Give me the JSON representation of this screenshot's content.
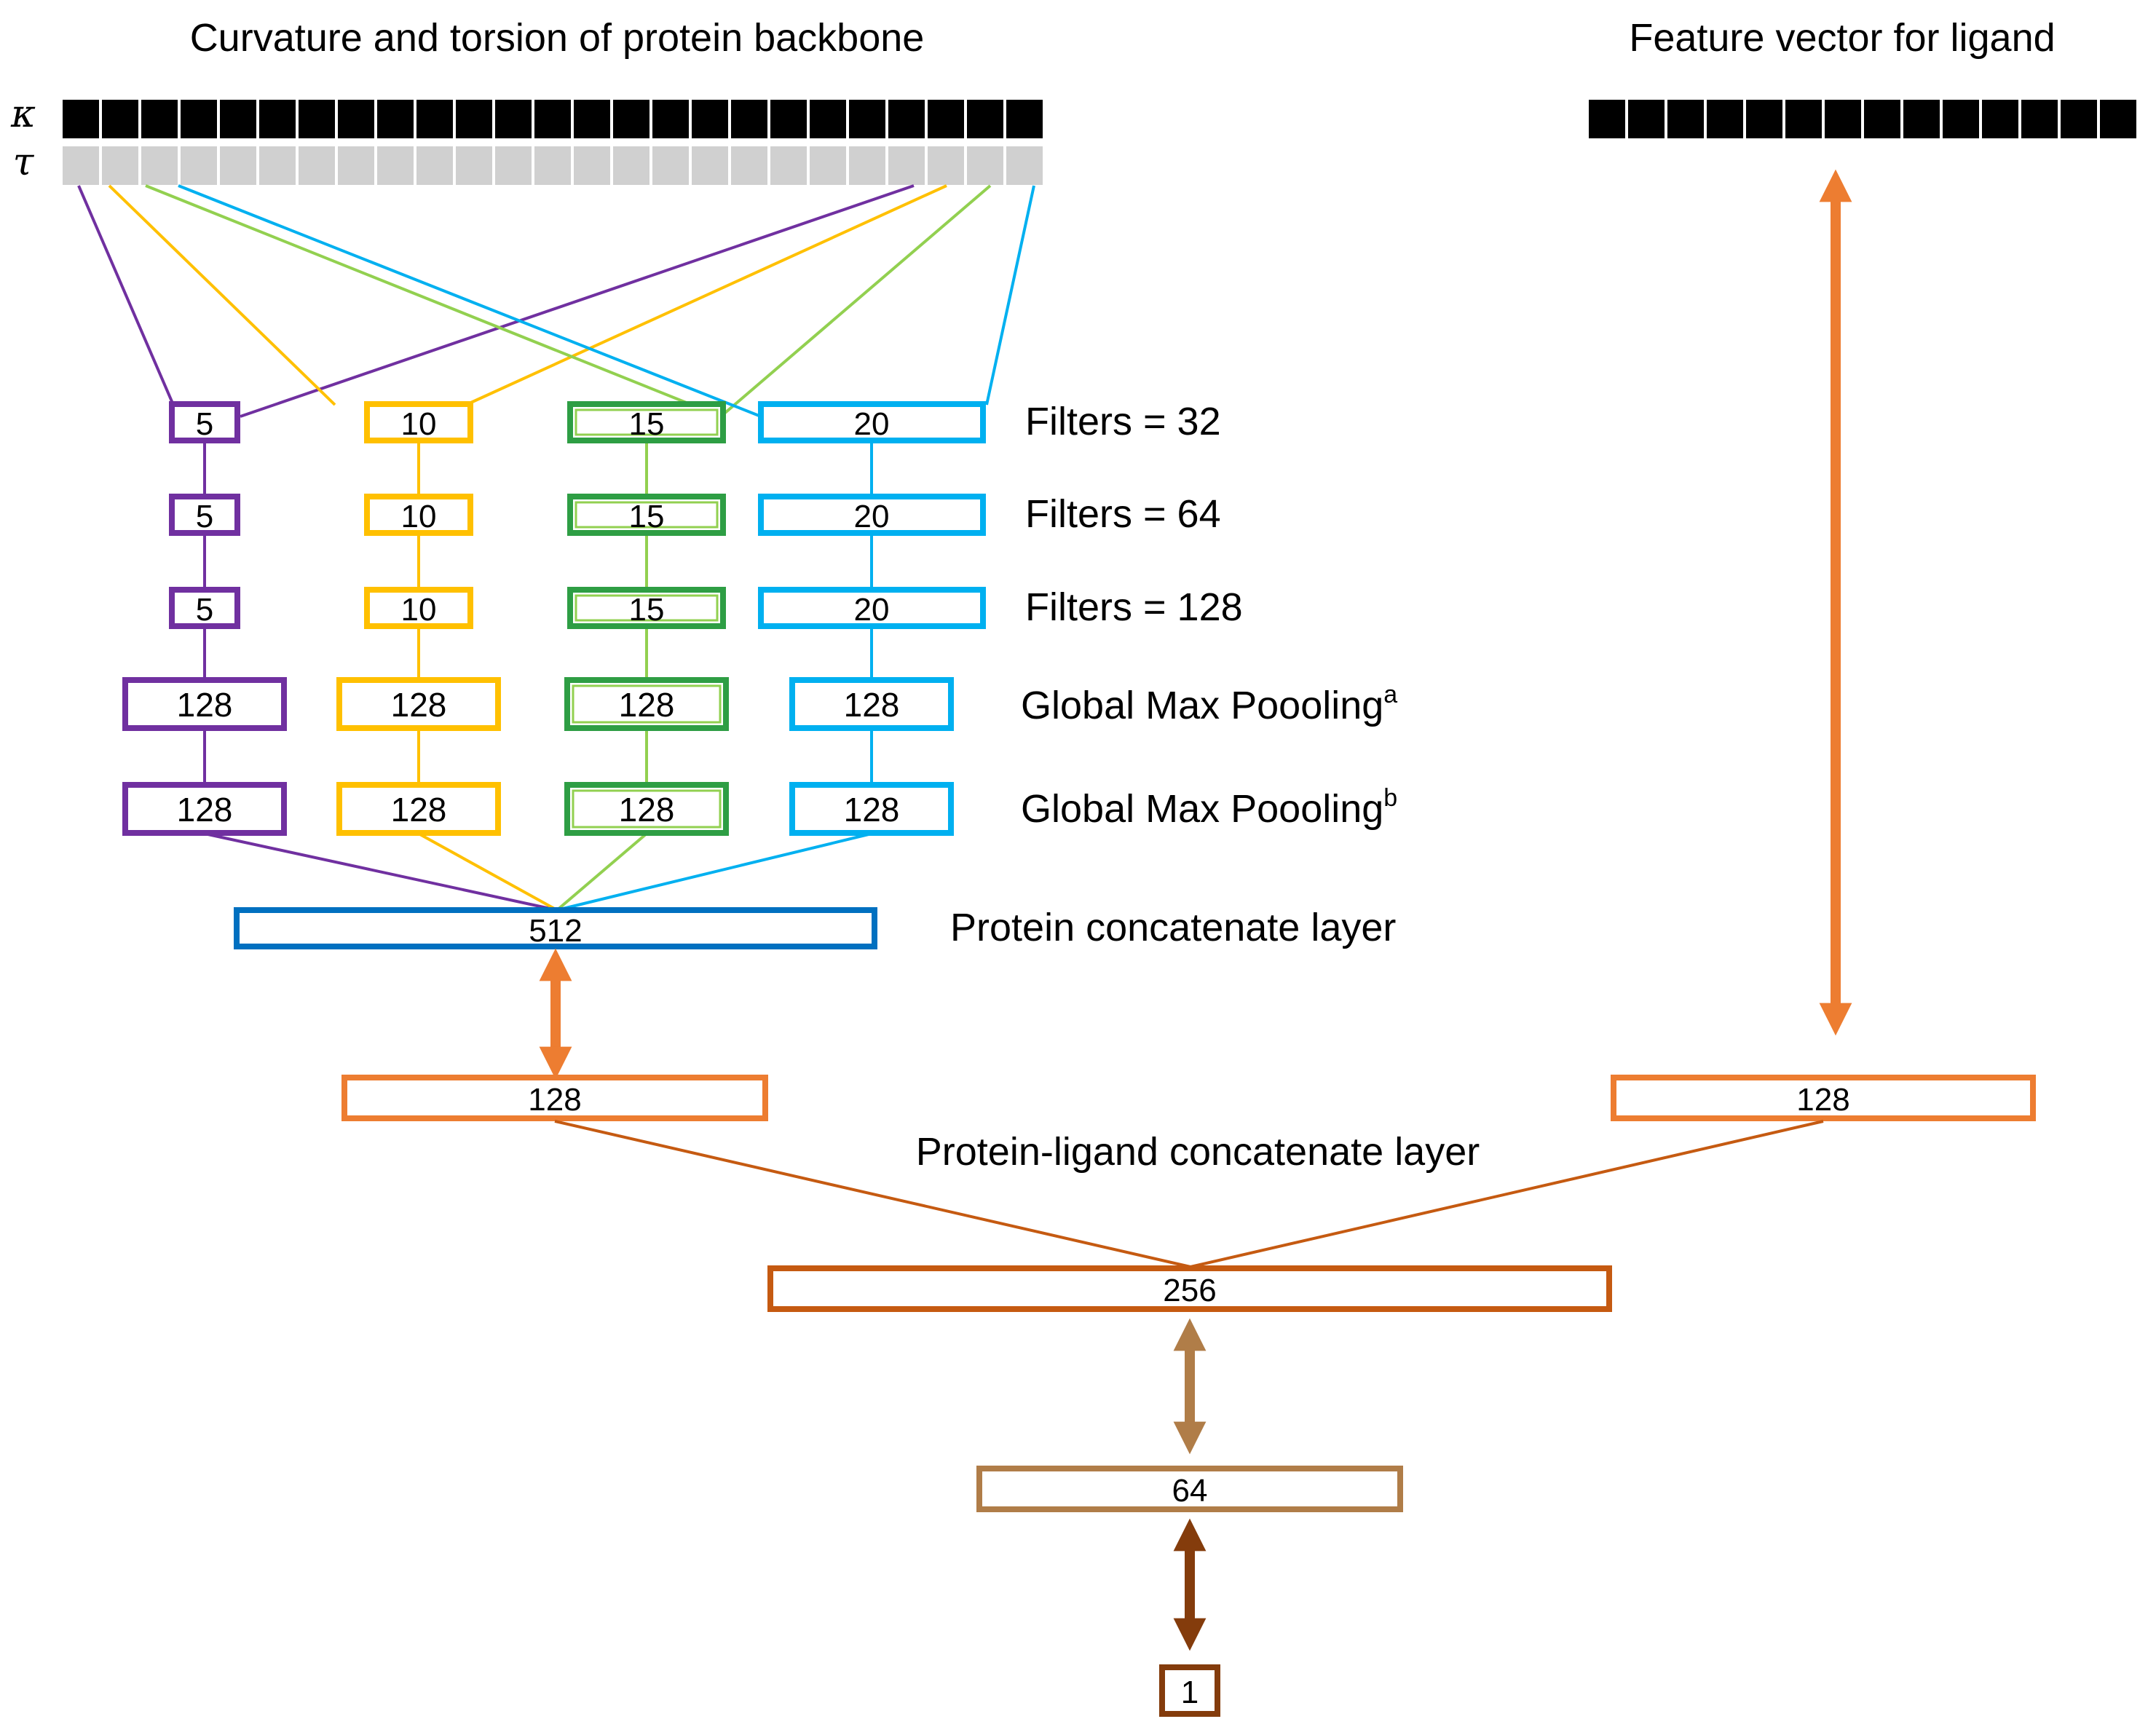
{
  "titles": {
    "protein_input": "Curvature and torsion of protein backbone",
    "ligand_input": "Feature vector for ligand"
  },
  "symbols": {
    "kappa": "κ",
    "tau": "τ"
  },
  "layer_labels": {
    "filters_32": "Filters = 32",
    "filters_64": "Filters = 64",
    "filters_128": "Filters = 128",
    "gmp_a_text": "Global Max Poooling",
    "gmp_a_sup": "a",
    "gmp_b_text": "Global Max Poooling",
    "gmp_b_sup": "b",
    "protein_concat": "Protein concatenate layer",
    "protein_ligand_concat": "Protein-ligand concatenate layer"
  },
  "branches": [
    {
      "name": "purple",
      "color": "#7030A0",
      "line_color": "#7030A0",
      "kernel": "5",
      "pool": "128"
    },
    {
      "name": "yellow",
      "color": "#FFC000",
      "line_color": "#FFC000",
      "kernel": "10",
      "pool": "128"
    },
    {
      "name": "green",
      "color": "#2E9E44",
      "line_color": "#92D050",
      "kernel": "15",
      "pool": "128"
    },
    {
      "name": "cyan",
      "color": "#00B0F0",
      "line_color": "#00B0F0",
      "kernel": "20",
      "pool": "128"
    }
  ],
  "nodes": {
    "protein_concat": "512",
    "protein_dense": "128",
    "ligand_dense": "128",
    "pl_concat": "256",
    "dense_64": "64",
    "output": "1"
  },
  "colors": {
    "input_kappa": "#000000",
    "input_tau": "#D0D0D0",
    "protein_concat": "#0070C0",
    "orange": "#ED7D31",
    "dark_orange": "#C55A11",
    "tan": "#B07D48",
    "brown": "#843C0C"
  }
}
